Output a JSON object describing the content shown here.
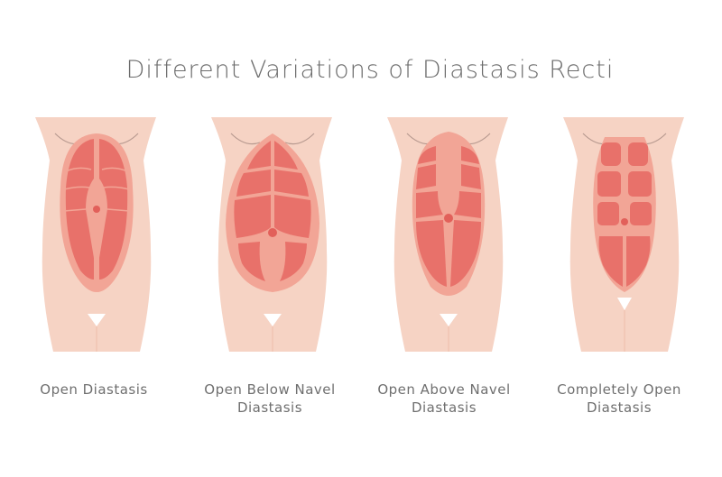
{
  "title": "Different Variations of Diastasis Recti",
  "colors": {
    "skin": "#f6d3c4",
    "skin_shadow": "#eebcaa",
    "sheath": "#f2a596",
    "muscle": "#e8716a",
    "muscle_line": "#d9615a",
    "navel": "#e2605a",
    "text": "#6b6b6b",
    "crease": "#b89a90"
  },
  "variations": [
    {
      "id": "open",
      "label_line1": "Open Diastasis",
      "label_line2": ""
    },
    {
      "id": "open-below-navel",
      "label_line1": "Open Below Navel",
      "label_line2": "Diastasis"
    },
    {
      "id": "open-above-navel",
      "label_line1": "Open Above Navel",
      "label_line2": "Diastasis"
    },
    {
      "id": "completely-open",
      "label_line1": "Completely Open",
      "label_line2": "Diastasis"
    }
  ]
}
